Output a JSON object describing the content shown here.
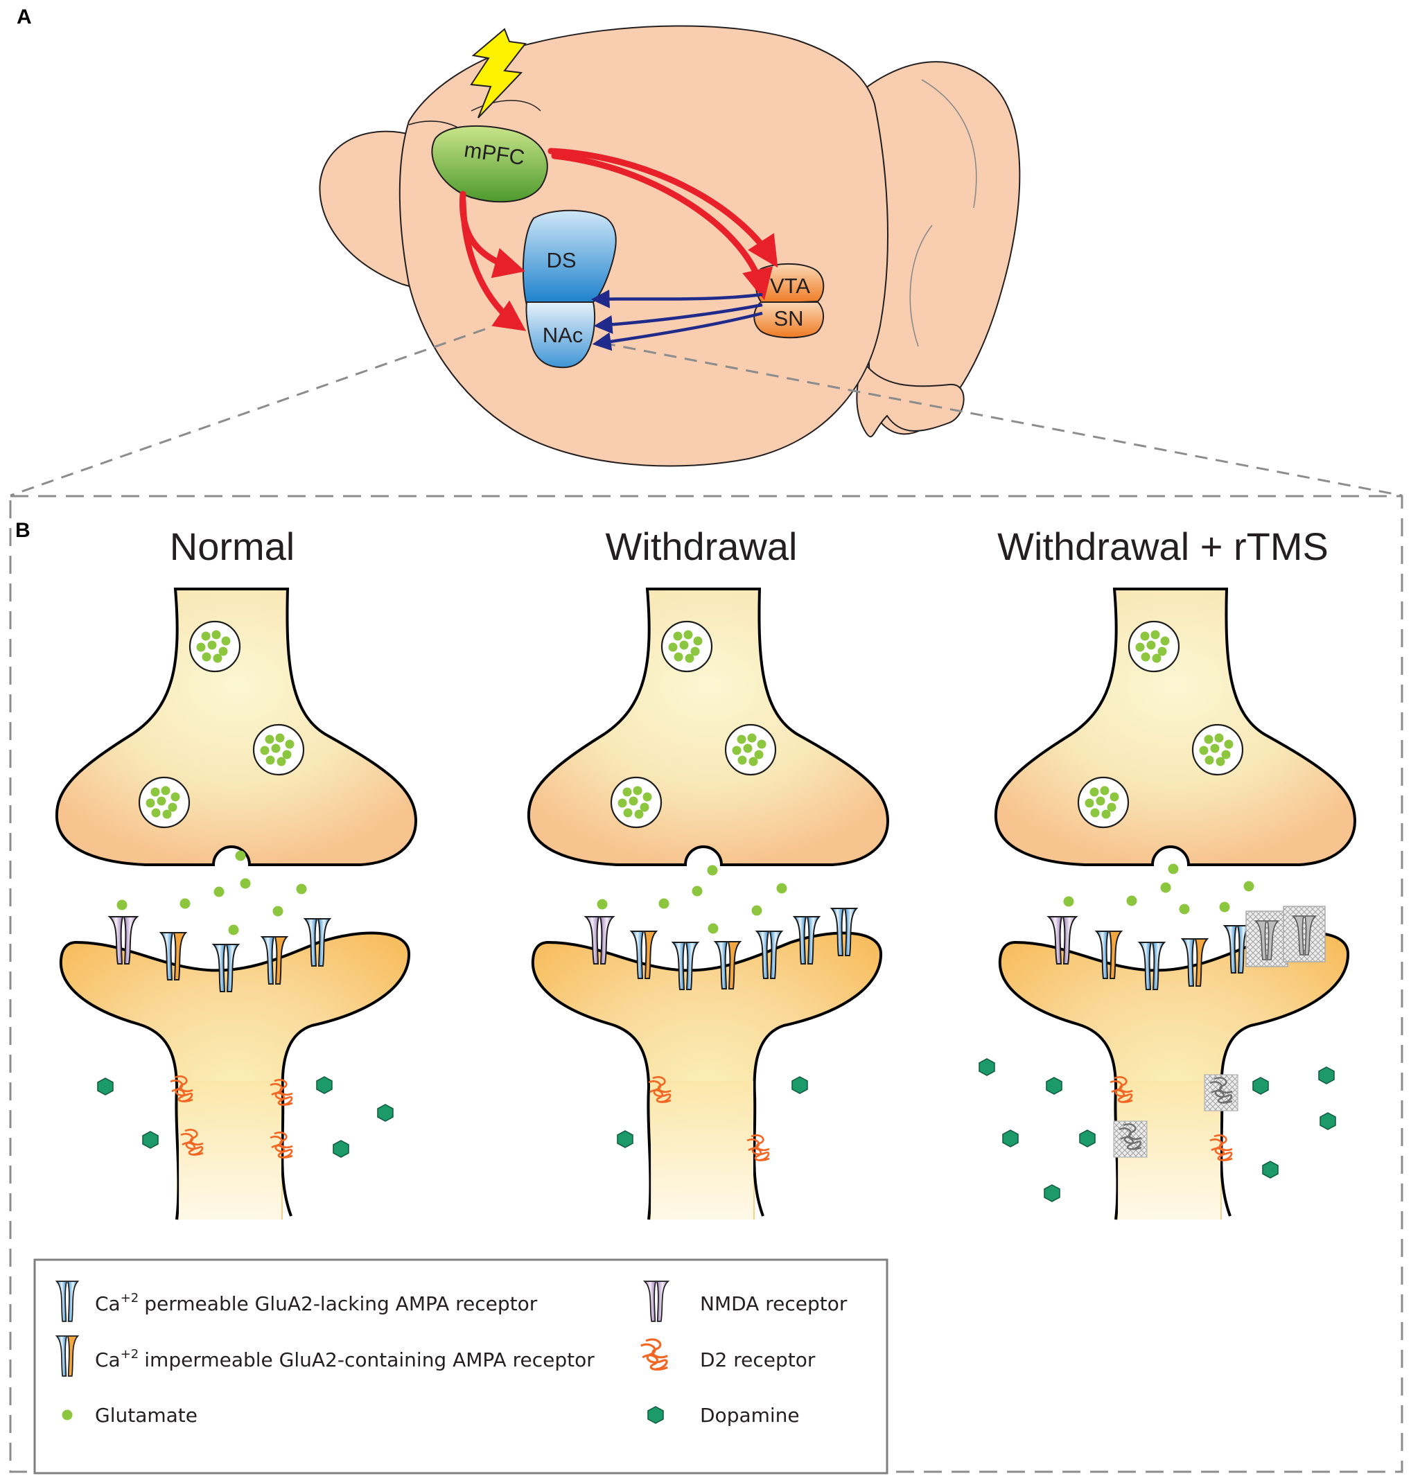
{
  "panel_a": {
    "letter": "A",
    "regions": {
      "mpfc": "mPFC",
      "ds": "DS",
      "nac": "NAc",
      "vta": "VTA",
      "sn": "SN"
    }
  },
  "panel_b": {
    "letter": "B",
    "conditions": [
      {
        "title": "Normal"
      },
      {
        "title": "Withdrawal"
      },
      {
        "title": "Withdrawal + rTMS"
      }
    ]
  },
  "legend": {
    "ca_prefix": "Ca",
    "ca_superscript": "+2",
    "lacking_ampa": "permeable GluA2-lacking AMPA receptor",
    "containing_ampa": "impermeable GluA2-containing AMPA receptor",
    "glutamate": "Glutamate",
    "nmda": "NMDA receptor",
    "d2": "D2 receptor",
    "dopamine": "Dopamine"
  },
  "colors": {
    "brain": "#f8cdb0",
    "mpfc": "#8dc63f",
    "striatum": "#2f8fd1",
    "vta_sn": "#f07f2a",
    "glutamate_pathway": "#e8202a",
    "dopamine_pathway": "#1f2a8a",
    "glutamate": "#8cc63f",
    "dopamine": "#1a9a6a",
    "d2_receptor": "#f26522",
    "nmda_receptor": "#b58ac0"
  }
}
